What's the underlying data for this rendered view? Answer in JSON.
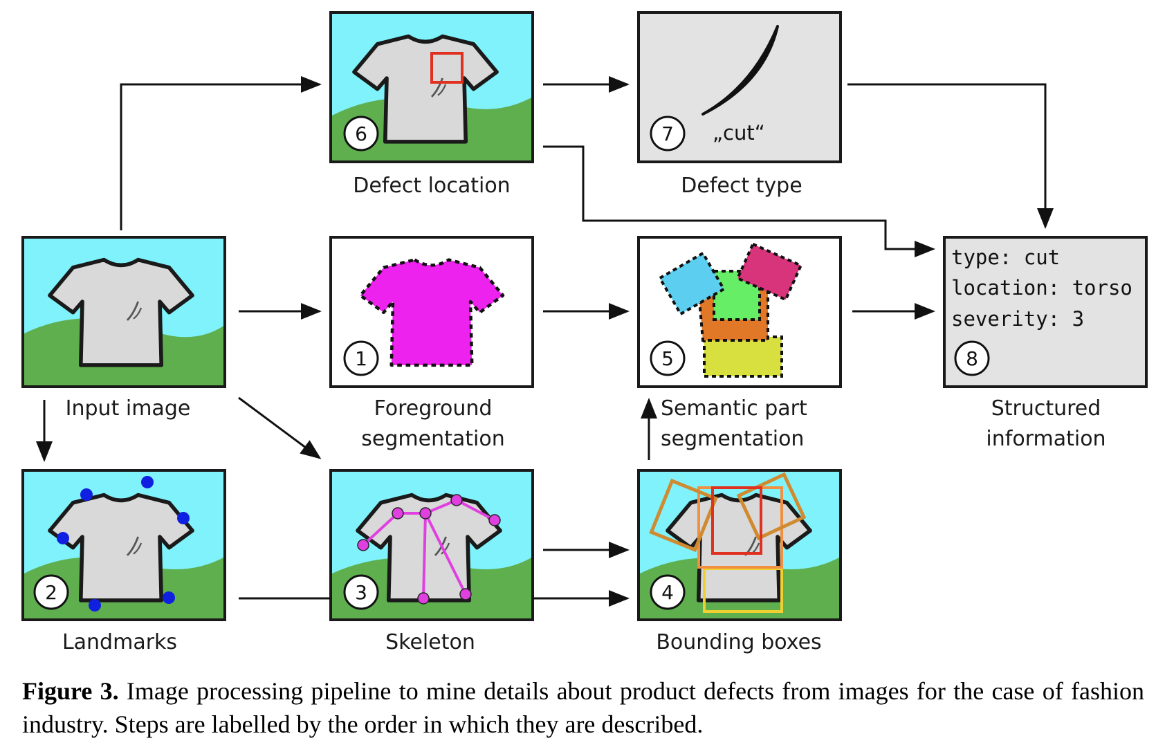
{
  "steps": {
    "input": {
      "label": "Input image"
    },
    "s1": {
      "number": "1",
      "label_line1": "Foreground",
      "label_line2": "segmentation"
    },
    "s2": {
      "number": "2",
      "label": "Landmarks"
    },
    "s3": {
      "number": "3",
      "label": "Skeleton"
    },
    "s4": {
      "number": "4",
      "label": "Bounding boxes"
    },
    "s5": {
      "number": "5",
      "label_line1": "Semantic part",
      "label_line2": "segmentation"
    },
    "s6": {
      "number": "6",
      "label": "Defect location"
    },
    "s7": {
      "number": "7",
      "label": "Defect type",
      "defect_text": "„cut“"
    },
    "s8": {
      "number": "8",
      "label_line1": "Structured",
      "label_line2": "information",
      "fields": [
        "type: cut",
        "location: torso",
        "severity: 3"
      ]
    }
  },
  "caption": {
    "prefix": "Figure 3.",
    "text": " Image processing pipeline to mine details about product defects from images for the case of fashion industry. Steps are labelled by the order in which they are described."
  },
  "colors": {
    "sky": "#7ff2fb",
    "grass": "#5faf4f",
    "shirt": "#d9d9d9",
    "foreground": "#ee22ee",
    "landmark": "#1020e0",
    "skeleton": "#e040e0",
    "defect_box": "#e03020",
    "info_panel": "#e3e3e3"
  }
}
